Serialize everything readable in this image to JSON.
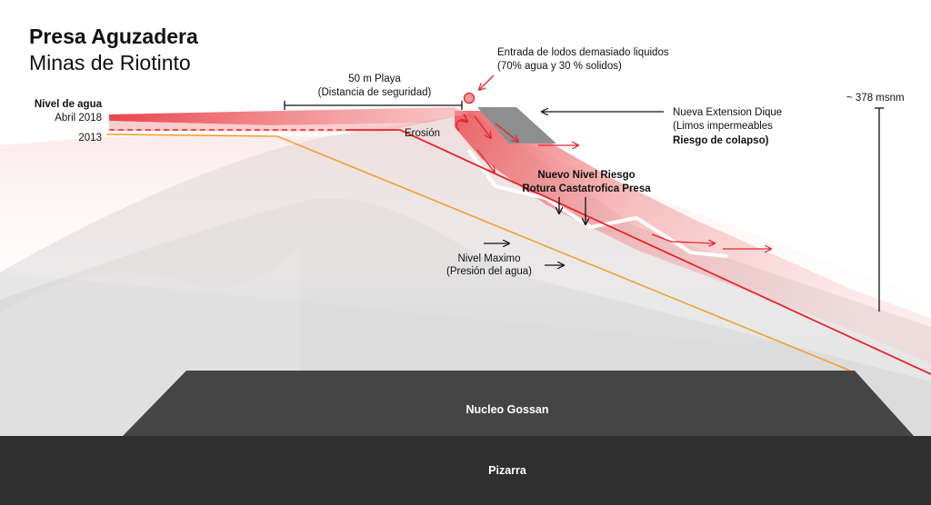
{
  "title": "Presa Aguzadera",
  "subtitle": "Minas de Riotinto",
  "water_level": {
    "heading": "Nivel de agua",
    "april_2018": "Abril 2018",
    "year_2013": "2013"
  },
  "playa": {
    "line1": "50 m Playa",
    "line2": "(Distancia de seguridad)"
  },
  "inlet": {
    "line1": "Entrada de lodos demasiado liquidos",
    "line2": "(70% agua y 30 % solidos)"
  },
  "extension": {
    "line1": "Nueva Extension Dique",
    "line2": "(Limos impermeables",
    "line3": "Riesgo de colapso)"
  },
  "height": "~ 378 msnm",
  "erosion": "Erosión",
  "risk": {
    "line1": "Nuevo Nivel Riesgo",
    "line2": "Rotura Castatrofica Presa"
  },
  "max_level": {
    "line1": "Nivel Maximo",
    "line2": "(Presión del agua)"
  },
  "core": "Nucleo Gossan",
  "bedrock": "Pizarra",
  "colors": {
    "red": "#e5242b",
    "orange": "#f0a030",
    "dark_gray": "#454545",
    "darker_gray": "#2f2f2f",
    "light_gray": "#e7e7e7"
  }
}
